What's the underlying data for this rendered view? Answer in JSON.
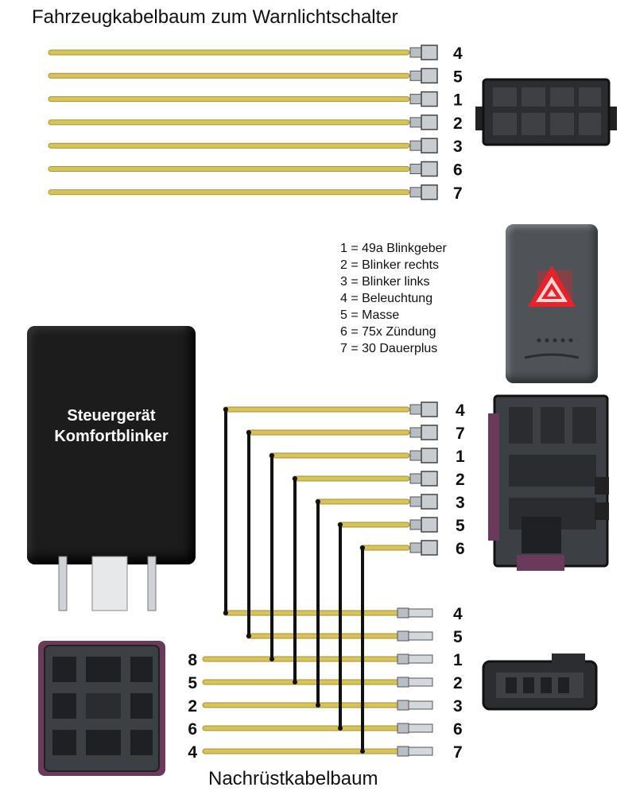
{
  "titles": {
    "top": "Fahrzeugkabelbaum zum Warnlichtschalter",
    "bottom": "Nachrüstkabelbaum"
  },
  "legend": [
    "1 = 49a Blinkgeber",
    "2 = Blinker rechts",
    "3 = Blinker links",
    "4 = Beleuchtung",
    "5 = Masse",
    "6 = 75x Zündung",
    "7 = 30 Dauerplus"
  ],
  "control_unit": {
    "line1": "Steuergerät",
    "line2": "Komfortblinker"
  },
  "harness_top": {
    "pins": [
      "4",
      "5",
      "1",
      "2",
      "3",
      "6",
      "7"
    ]
  },
  "harness_middle": {
    "pins": [
      "4",
      "7",
      "1",
      "2",
      "3",
      "5",
      "6"
    ]
  },
  "harness_bottom": {
    "right_pins": [
      "4",
      "5",
      "1",
      "2",
      "3",
      "6",
      "7"
    ],
    "left_pins": [
      "8",
      "5",
      "2",
      "6",
      "4"
    ]
  },
  "colors": {
    "wire": "#d8c25a",
    "wire_edge": "#a8922e",
    "jumper": "#111111",
    "switch_led": "#e8222a"
  }
}
